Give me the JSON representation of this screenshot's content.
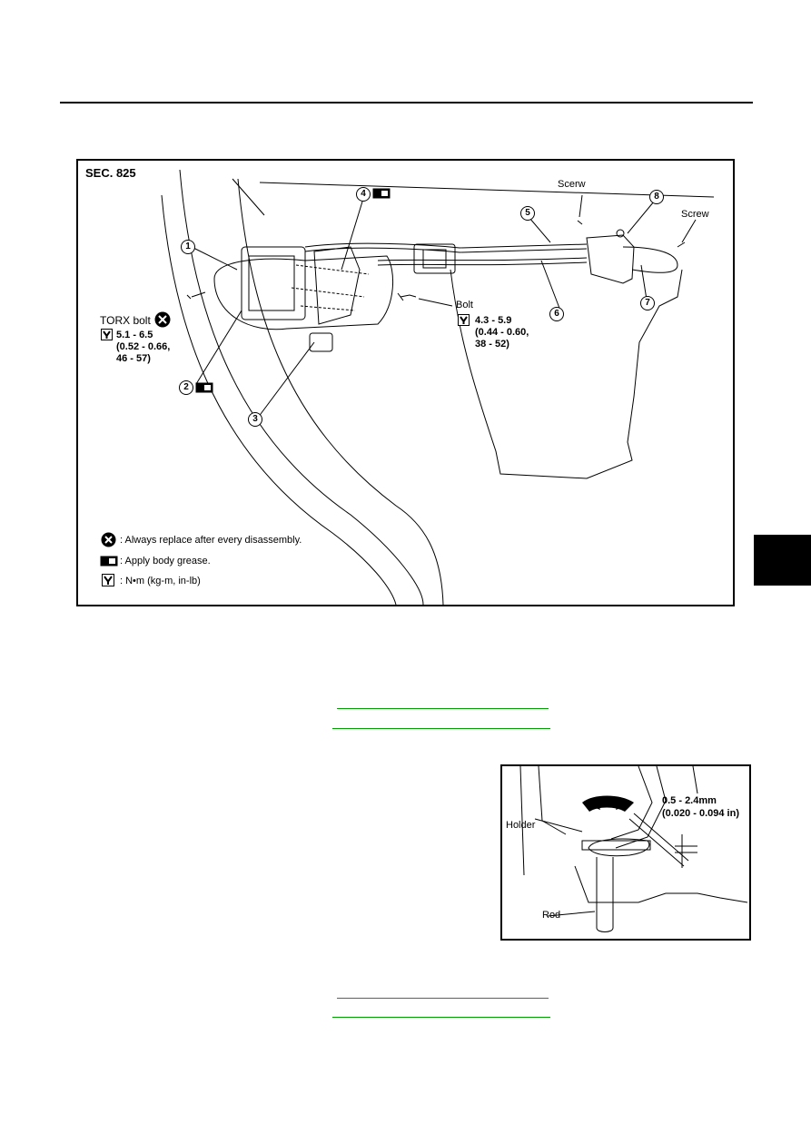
{
  "figure1": {
    "section": "SEC. 825",
    "callouts": [
      "1",
      "2",
      "3",
      "4",
      "5",
      "6",
      "7",
      "8"
    ],
    "screw_label_1": "Scerw",
    "screw_label_2": "Screw",
    "bolt_label": "Bolt",
    "torx_label": "TORX bolt",
    "torx_torque": [
      "5.1 - 6.5",
      "(0.52 - 0.66,",
      "46 - 57)"
    ],
    "bolt_torque": [
      "4.3 - 5.9",
      "(0.44 - 0.60,",
      "38 - 52)"
    ],
    "legend": [
      {
        "icon": "replace-icon",
        "text": ": Always replace after every disassembly."
      },
      {
        "icon": "grease-icon",
        "text": ": Apply body grease."
      },
      {
        "icon": "torque-icon",
        "text": ": N•m (kg-m, in-lb)"
      }
    ]
  },
  "figure2": {
    "holder_label": "Holder",
    "rod_label": "Rod",
    "gap_value": "0.5 - 2.4mm",
    "gap_imperial": "(0.020 - 0.094 in)"
  },
  "colors": {
    "link": "#00a000",
    "tab": "#000000"
  }
}
